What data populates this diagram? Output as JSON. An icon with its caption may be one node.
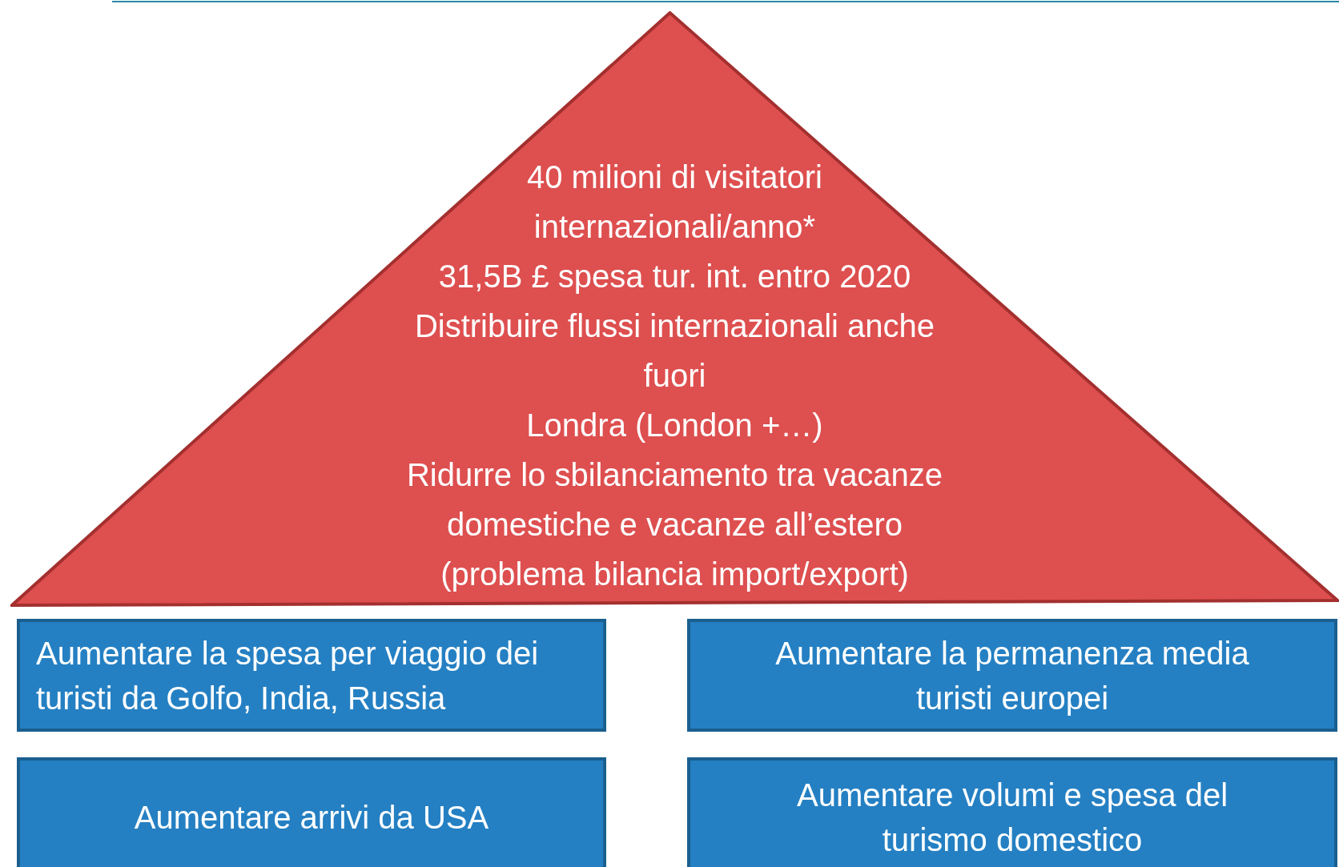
{
  "diagram": {
    "nodes": [
      {
        "text": [
          "40 milioni di visitatori internazionali/anno*",
          "31,5B £ spesa tur. int.  entro 2020",
          "Distribuire flussi internazionali anche fuori",
          "Londra (London +…)",
          "Ridurre lo sbilanciamento tra vacanze domestiche e vacanze all’estero (problema bilancia import/export)"
        ]
      },
      {
        "text": [
          "Aumentare la spesa per viaggio dei turisti da Golfo, India, Russia"
        ]
      },
      {
        "text": [
          "Aumentare la permanenza media turisti europei"
        ]
      },
      {
        "text": [
          "Aumentare arrivi da USA"
        ]
      },
      {
        "text": [
          "Aumentare volumi e spesa del turismo domestico"
        ]
      }
    ]
  }
}
